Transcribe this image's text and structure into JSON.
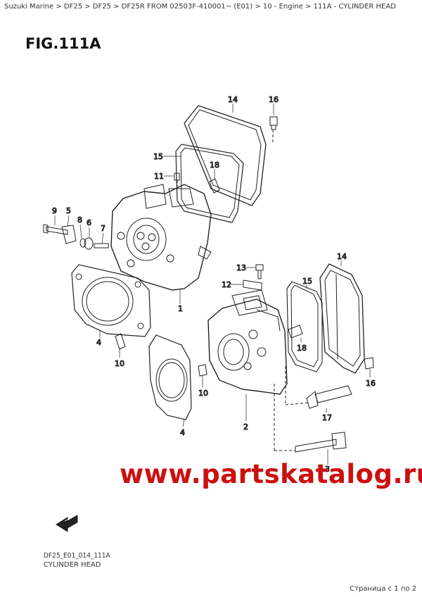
{
  "breadcrumb": "Suzuki Marine > DF25 > DF25 > DF25R FROM 02503F-410001~ (E01) > 10 - Engine > 111A - CYLINDER HEAD",
  "figure_title": "FIG.111A",
  "callouts": {
    "c1": "1",
    "c2": "2",
    "c3": "3",
    "c4a": "4",
    "c4b": "4",
    "c5": "5",
    "c6": "6",
    "c7": "7",
    "c8": "8",
    "c9": "9",
    "c10a": "10",
    "c10b": "10",
    "c11": "11",
    "c12": "12",
    "c13": "13",
    "c14a": "14",
    "c14b": "14",
    "c15a": "15",
    "c15b": "15",
    "c16a": "16",
    "c16b": "16",
    "c17": "17",
    "c18a": "18",
    "c18b": "18"
  },
  "watermark": "www.partskatalog.ru",
  "footer": {
    "code": "DF25_E01_014_111A",
    "name": "CYLINDER HEAD"
  },
  "page_counter": "Страница с 1 по 2",
  "colors": {
    "callout": "#9a1b1b",
    "watermark": "#cc0f0f",
    "line": "#222222"
  },
  "icons": {
    "fwd_arrow": "forward-arrow-icon"
  }
}
